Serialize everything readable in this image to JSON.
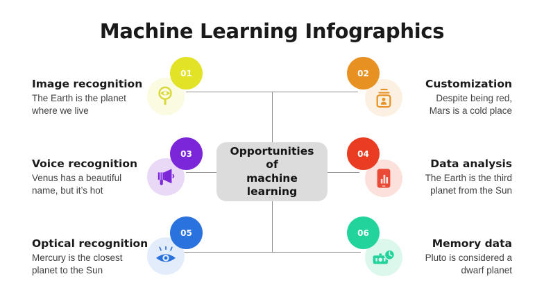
{
  "title": "Machine Learning Infographics",
  "center": {
    "label": "Opportunities of machine learning",
    "line1": "Opportunities of",
    "line2": "machine learning",
    "bg_color": "#DCDCDC"
  },
  "colors": {
    "connector": "#8D8D8D",
    "title_text": "#1A1A1A",
    "body_text": "#3F3F3F"
  },
  "items": [
    {
      "number": "01",
      "title": "Image recognition",
      "description": "The Earth is the planet where we live",
      "desc_line1": "The Earth is the planet",
      "desc_line2": "where we live",
      "side": "left",
      "icon": "magnifier-eye-icon",
      "color": "#E2E226",
      "icon_bg": "#FBFBE2",
      "icon_color": "#D9D93A"
    },
    {
      "number": "02",
      "title": "Customization",
      "description": "Despite being red, Mars is a cold place",
      "desc_line1": "Despite being red,",
      "desc_line2": "Mars is a cold place",
      "side": "right",
      "icon": "id-badge-icon",
      "color": "#E79122",
      "icon_bg": "#FBF0E2",
      "icon_color": "#E79122"
    },
    {
      "number": "03",
      "title": "Voice recognition",
      "description": "Venus has a beautiful name, but it’s hot",
      "desc_line1": "Venus has a beautiful",
      "desc_line2": "name, but it’s hot",
      "side": "left",
      "icon": "megaphone-icon",
      "color": "#7B26D9",
      "icon_bg": "#E9D9F7",
      "icon_color": "#7B26D9"
    },
    {
      "number": "04",
      "title": "Data analysis",
      "description": "The Earth is the third planet from the Sun",
      "desc_line1": "The Earth is the third",
      "desc_line2": "planet from the Sun",
      "side": "right",
      "icon": "mobile-bar-chart-icon",
      "color": "#EA3C22",
      "icon_bg": "#FBE0DC",
      "icon_color": "#EA4A35"
    },
    {
      "number": "05",
      "title": "Optical recognition",
      "description": "Mercury is the closest planet to the Sun",
      "desc_line1": "Mercury is the closest",
      "desc_line2": "planet to the Sun",
      "side": "left",
      "icon": "eye-icon",
      "color": "#2A72DE",
      "icon_bg": "#E2ECFB",
      "icon_color": "#2A72DE"
    },
    {
      "number": "06",
      "title": "Memory data",
      "description": "Pluto is considered a dwarf planet",
      "desc_line1": "Pluto is considered a",
      "desc_line2": "dwarf planet",
      "side": "right",
      "icon": "server-clock-icon",
      "color": "#22D49B",
      "icon_bg": "#DCF7EC",
      "icon_color": "#22D49B"
    }
  ]
}
